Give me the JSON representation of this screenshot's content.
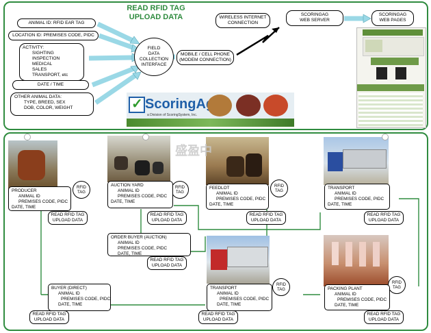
{
  "header": {
    "title_line1": "READ RFID TAG",
    "title_line2": "UPLOAD DATA"
  },
  "inputs": {
    "animal_id": "ANIMAL ID:  RFID EAR TAG",
    "location_id": "LOCATION ID: PREMISES CODE, PIDC",
    "activity_label": "ACTIVITY:",
    "activity_items": [
      "SIGHTING",
      "INSPECTION",
      "MEDICAL",
      "SALES",
      "TRANSPORT,   etc"
    ],
    "date_time": "DATE / TIME",
    "other_label": "OTHER ANIMAL DATA:",
    "other_lines": [
      "TYPE, BREED, SEX",
      "DOB, COLOR, WEIGHT"
    ]
  },
  "center": {
    "interface_lines": [
      "FIELD",
      "DATA",
      "COLLECTION",
      "INTERFACE"
    ],
    "mobile_lines": [
      "MOBILE / CELL PHONE",
      "(MODEM CONNECTION)"
    ],
    "wireless_lines": [
      "WIRELESS INTERNET",
      "CONNECTION"
    ],
    "server_lines": [
      "SCORINGAG",
      "WEB SERVER"
    ],
    "pages_lines": [
      "SCORINGAG",
      "WEB PAGES"
    ]
  },
  "brand": {
    "name": "ScoringAg",
    "tagline": "a Division of ScoringSystem, Inc."
  },
  "watermark": "盛盈中",
  "flow": {
    "rfid_label": [
      "RFID",
      "TAG"
    ],
    "read_upload": [
      "READ RFID TAG",
      "UPLOAD DATA"
    ],
    "fields": [
      "ANIMAL ID",
      "PREMISES CODE, PIDC",
      "DATE, TIME"
    ],
    "stations": [
      {
        "id": "producer",
        "title": "PRODUCER"
      },
      {
        "id": "auction",
        "title": "AUCTION YARD"
      },
      {
        "id": "feedlot",
        "title": "FEEDLOT"
      },
      {
        "id": "transport1",
        "title": "TRANSPORT"
      },
      {
        "id": "order_buyer",
        "title": "ORDER BUYER (AUCTION)"
      },
      {
        "id": "buyer",
        "title": "BUYER (DIRECT)"
      },
      {
        "id": "transport2",
        "title": "TRANSPORT"
      },
      {
        "id": "packing",
        "title": "PACKING PLANT"
      }
    ]
  },
  "colors": {
    "panel_border": "#2e8b3e",
    "arrow": "#9ad8e6",
    "title": "#2e8b3e"
  }
}
